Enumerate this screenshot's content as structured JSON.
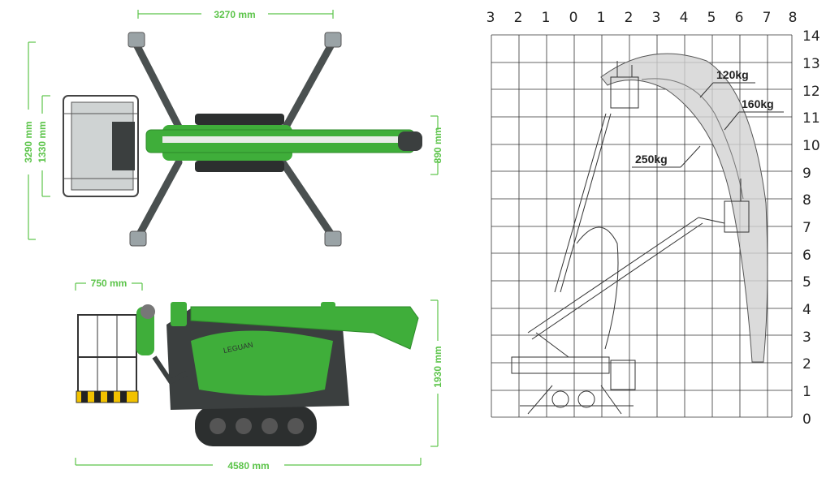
{
  "top_view": {
    "dim_width": "3270 mm",
    "dim_height_outer": "3290 mm",
    "dim_height_inner": "1330 mm",
    "dim_right": "890 mm"
  },
  "side_view": {
    "dim_basket": "750 mm",
    "dim_height": "1930 mm",
    "dim_length": "4580 mm",
    "brand_text": "LEGUAN"
  },
  "work_chart": {
    "x_labels": [
      "3",
      "2",
      "1",
      "0",
      "1",
      "2",
      "3",
      "4",
      "5",
      "6",
      "7",
      "8"
    ],
    "y_labels": [
      "14",
      "13",
      "12",
      "11",
      "10",
      "9",
      "8",
      "7",
      "6",
      "5",
      "4",
      "3",
      "2",
      "1",
      "0"
    ],
    "load_120": "120kg",
    "load_160": "160kg",
    "load_250": "250kg"
  },
  "colors": {
    "accent": "#5cc44a",
    "machine_green": "#3fae3a",
    "dark": "#3b3f3f"
  }
}
